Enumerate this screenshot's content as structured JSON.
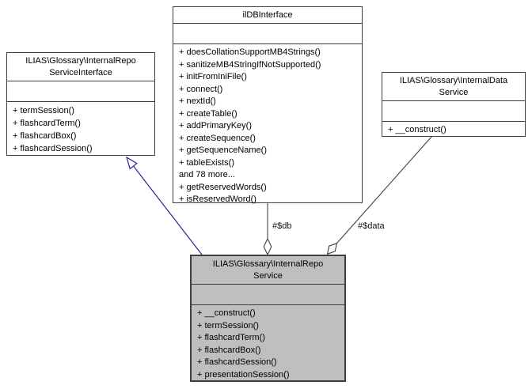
{
  "diagram": {
    "type": "uml-class-collaboration-diagram",
    "boxes": {
      "service_interface": {
        "title_line1": "ILIAS\\Glossary\\InternalRepo",
        "title_line2": "ServiceInterface",
        "methods": [
          "+ termSession()",
          "+ flashcardTerm()",
          "+ flashcardBox()",
          "+ flashcardSession()"
        ]
      },
      "ildb_interface": {
        "title_line1": "ilDBInterface",
        "methods": [
          "+ doesCollationSupportMB4Strings()",
          "+ sanitizeMB4StringIfNotSupported()",
          "+ initFromIniFile()",
          "+ connect()",
          "+ nextId()",
          "+ createTable()",
          "+ addPrimaryKey()",
          "+ createSequence()",
          "+ getSequenceName()",
          "+ tableExists()",
          "and 78 more...",
          "+ getReservedWords()",
          "+ isReservedWord()"
        ]
      },
      "internal_data_service": {
        "title_line1": "ILIAS\\Glossary\\InternalData",
        "title_line2": "Service",
        "methods": [
          "+ __construct()"
        ]
      },
      "internal_repo_service": {
        "title_line1": "ILIAS\\Glossary\\InternalRepo",
        "title_line2": "Service",
        "methods": [
          "+ __construct()",
          "+ termSession()",
          "+ flashcardTerm()",
          "+ flashcardBox()",
          "+ flashcardSession()",
          "+ presentationSession()"
        ]
      }
    },
    "edges": {
      "db_label": "#$db",
      "data_label": "#$data",
      "inheritance_type": "public-inheritance-hollow-arrow",
      "aggregation_type": "aggregation-hollow-diamond"
    },
    "colors": {
      "inheritance_edge": "#24249b",
      "aggregation_edge": "#3f3f3f",
      "node_border": "#3f3f3f",
      "node_fill": "#ffffff",
      "focus_node_fill": "#bfbfbf",
      "background": "#ffffff"
    }
  }
}
